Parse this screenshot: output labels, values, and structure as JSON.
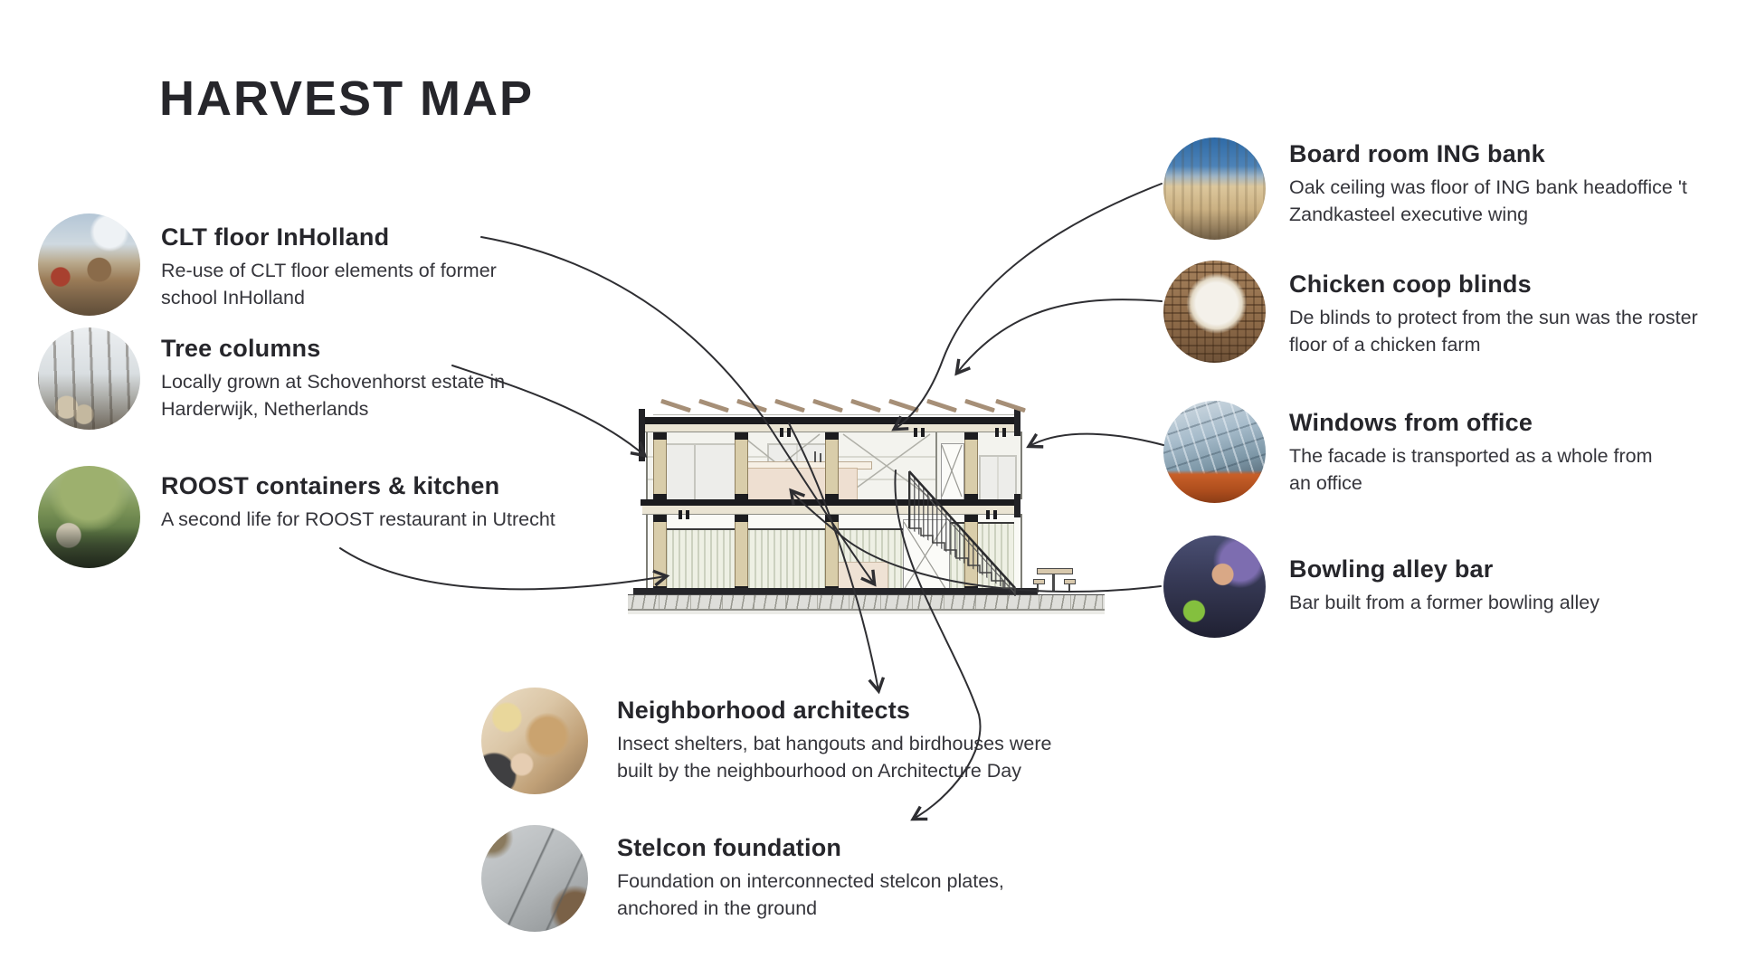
{
  "title": "HARVEST MAP",
  "items": {
    "left": [
      {
        "title": "CLT floor InHolland",
        "desc": "Re-use of CLT floor elements of former school InHolland"
      },
      {
        "title": "Tree columns",
        "desc": "Locally grown at Schovenhorst estate in Harderwijk, Netherlands"
      },
      {
        "title": "ROOST containers & kitchen",
        "desc": "A second life for ROOST restaurant in Utrecht"
      }
    ],
    "right": [
      {
        "title": "Board room ING bank",
        "desc": "Oak ceiling was floor of ING bank headoffice 't Zandkasteel executive wing"
      },
      {
        "title": "Chicken coop blinds",
        "desc": "De blinds to protect from the sun was the roster floor of a chicken farm"
      },
      {
        "title": "Windows from office",
        "desc": "The facade is transported as a whole from an office"
      },
      {
        "title": "Bowling alley bar",
        "desc": "Bar built from a former bowling alley"
      }
    ],
    "bottom": [
      {
        "title": "Neighborhood architects",
        "desc": "Insect shelters, bat hangouts and birdhouses were built by the neighbourhood on Architecture Day"
      },
      {
        "title": "Stelcon foundation",
        "desc": "Foundation on interconnected stelcon plates, anchored in the ground"
      }
    ]
  },
  "photo_ids": [
    "clt-floor-photo",
    "tree-columns-photo",
    "roost-containers-photo",
    "ing-bank-photo",
    "chicken-coop-photo",
    "office-windows-photo",
    "bowling-alley-photo",
    "neighborhood-architects-photo",
    "stelcon-plates-photo"
  ],
  "colors": {
    "ink": "#2e2e32",
    "wood": "#d9cdaa",
    "solar_panel": "#a68f77"
  }
}
